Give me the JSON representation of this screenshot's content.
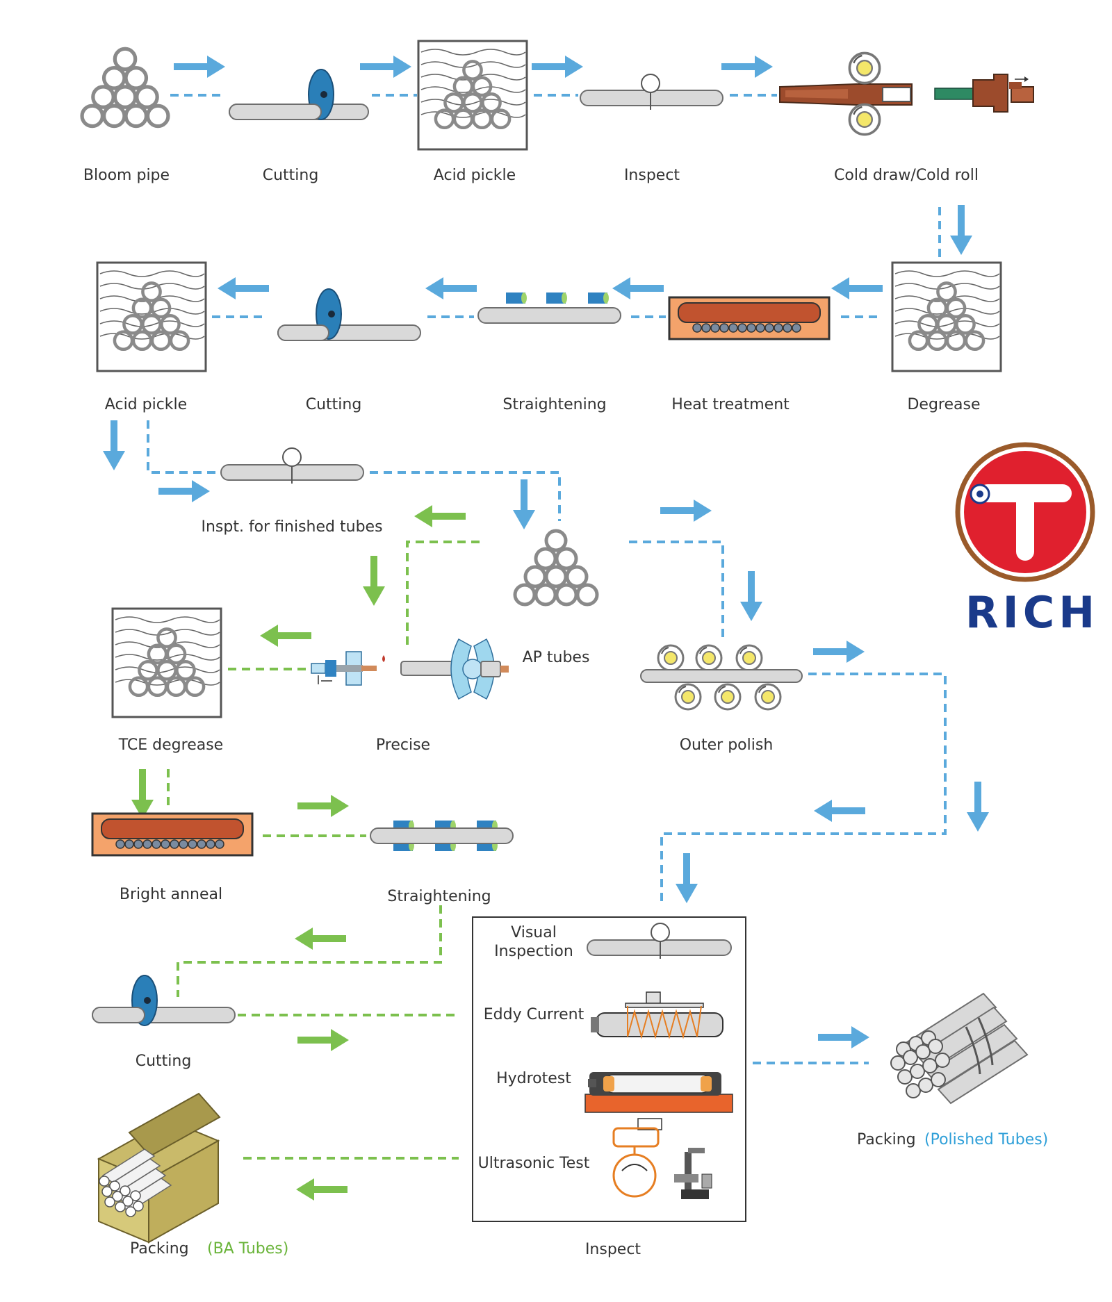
{
  "colors": {
    "blue_flow": "#5aa9dc",
    "green_flow": "#7cc04e",
    "tube_gray": "#d9d9d9",
    "tube_stroke": "#6e6e6e",
    "heat_orange": "#f4a36b",
    "heat_red": "#c1532f",
    "logo_red": "#e0202e",
    "logo_ring": "#9a5a2a",
    "logo_text": "#1a3a8a",
    "polished_label": "#2e9fd8",
    "ba_label": "#6ab43a"
  },
  "steps": {
    "bloom_pipe": "Bloom pipe",
    "cutting_1": "Cutting",
    "acid_pickle_1": "Acid pickle",
    "inspect_1": "Inspect",
    "cold_draw": "Cold draw/Cold roll",
    "degrease": "Degrease",
    "heat_treatment": "Heat treatment",
    "straightening_1": "Straightening",
    "cutting_2": "Cutting",
    "acid_pickle_2": "Acid pickle",
    "inspt_finished": "Inspt. for finished tubes",
    "ap_tubes": "AP tubes",
    "outer_polish": "Outer polish",
    "precise": "Precise",
    "tce_degrease": "TCE degrease",
    "bright_anneal": "Bright anneal",
    "straightening_2": "Straightening",
    "cutting_3": "Cutting",
    "packing_ba": "Packing",
    "packing_ba_note": "(BA Tubes)",
    "packing_polished": "Packing",
    "packing_polished_note": "(Polished Tubes)",
    "inspect_box": "Inspect"
  },
  "inspection": {
    "visual_line1": "Visual",
    "visual_line2": "Inspection",
    "eddy": "Eddy Current",
    "hydro": "Hydrotest",
    "ultrasonic": "Ultrasonic Test"
  },
  "logo": {
    "text": "RICH",
    "letter": "T"
  },
  "icons": [
    "pipe-pyramid-icon",
    "cutting-wheel-icon",
    "pickle-tank-icon",
    "magnifier-icon",
    "cold-roll-icon",
    "cold-draw-die-icon",
    "furnace-icon",
    "straightener-icon",
    "polish-rollers-icon",
    "precise-drawing-icon",
    "eddy-coil-icon",
    "hydrotest-icon",
    "ultrasonic-icon",
    "tube-bundle-icon",
    "packing-box-icon",
    "rich-logo-icon"
  ]
}
